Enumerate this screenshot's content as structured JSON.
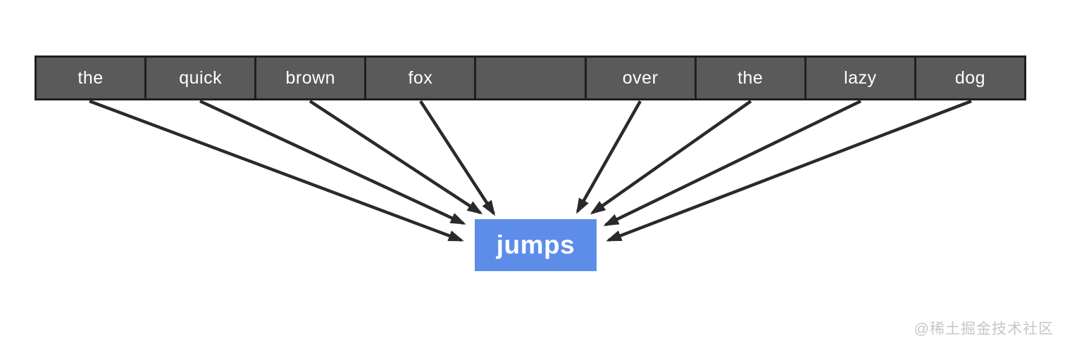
{
  "diagram": {
    "title_hint": "context words pointing to center word",
    "cells": [
      "the",
      "quick",
      "brown",
      "fox",
      "",
      "over",
      "the",
      "lazy",
      "dog"
    ],
    "center_word": "jumps",
    "arrows": [
      {
        "from": "the",
        "to": "jumps"
      },
      {
        "from": "quick",
        "to": "jumps"
      },
      {
        "from": "brown",
        "to": "jumps"
      },
      {
        "from": "fox",
        "to": "jumps"
      },
      {
        "from": "over",
        "to": "jumps"
      },
      {
        "from": "the",
        "to": "jumps"
      },
      {
        "from": "lazy",
        "to": "jumps"
      },
      {
        "from": "dog",
        "to": "jumps"
      }
    ],
    "watermark": "@稀土掘金技术社区"
  },
  "colors": {
    "cell_bg": "#5a5a5a",
    "cell_border": "#1f1f1f",
    "center_bg": "#5d8de9",
    "arrow": "#2a2a2a",
    "text": "#ffffff",
    "watermark": "#c6c6c6"
  }
}
